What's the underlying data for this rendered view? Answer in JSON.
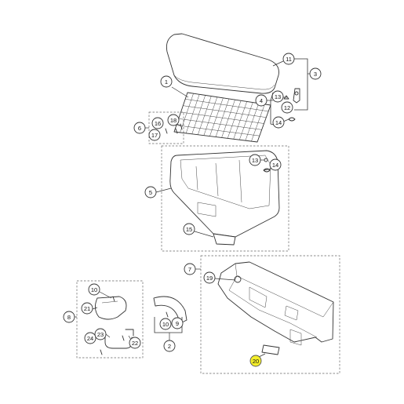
{
  "callouts": [
    {
      "label": "1"
    },
    {
      "label": "2"
    },
    {
      "label": "3"
    },
    {
      "label": "4"
    },
    {
      "label": "5"
    },
    {
      "label": "6"
    },
    {
      "label": "7"
    },
    {
      "label": "8"
    },
    {
      "label": "9"
    },
    {
      "label": "10"
    },
    {
      "label": "10"
    },
    {
      "label": "11"
    },
    {
      "label": "12"
    },
    {
      "label": "13"
    },
    {
      "label": "13"
    },
    {
      "label": "14"
    },
    {
      "label": "14"
    },
    {
      "label": "15"
    },
    {
      "label": "16"
    },
    {
      "label": "17"
    },
    {
      "label": "18"
    },
    {
      "label": "19"
    },
    {
      "label": "20",
      "highlight": true
    },
    {
      "label": "21"
    },
    {
      "label": "22"
    },
    {
      "label": "23"
    },
    {
      "label": "24"
    }
  ],
  "colors": {
    "highlight": "#f4ee2a",
    "line": "#333333",
    "dashed_box": "#666666"
  }
}
